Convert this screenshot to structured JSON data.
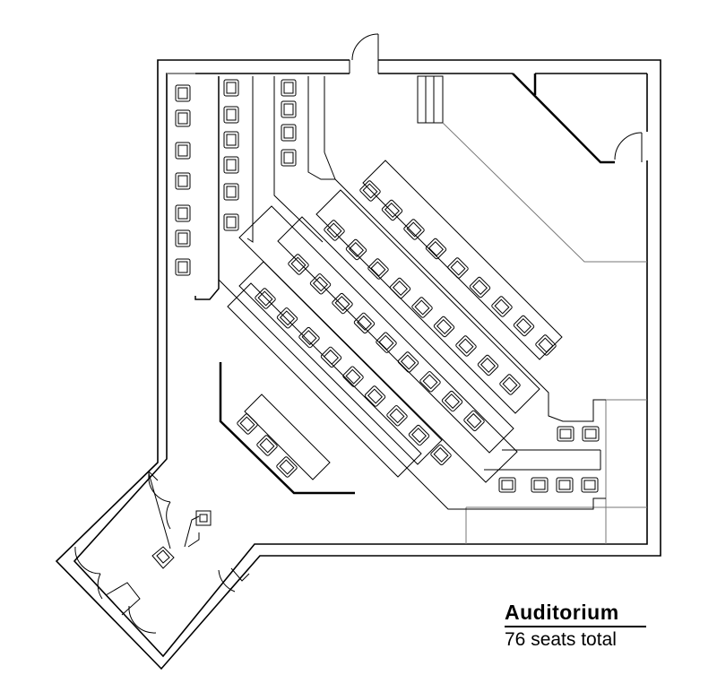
{
  "title": "Auditorium",
  "subtitle": "76 seats total",
  "colors": {
    "line": "#000000",
    "light_line": "#9a9a9a",
    "background": "#ffffff"
  },
  "seat_count": 76
}
